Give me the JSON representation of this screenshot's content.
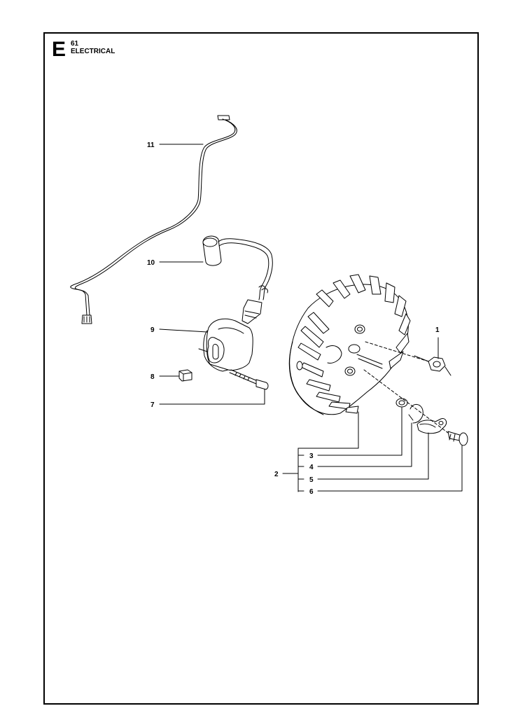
{
  "header": {
    "section_letter": "E",
    "page_number": "61",
    "title": "ELECTRICAL"
  },
  "callouts": {
    "c1": "1",
    "c2": "2",
    "c3": "3",
    "c4": "4",
    "c5": "5",
    "c6": "6",
    "c7": "7",
    "c8": "8",
    "c9": "9",
    "c10": "10",
    "c11": "11"
  }
}
